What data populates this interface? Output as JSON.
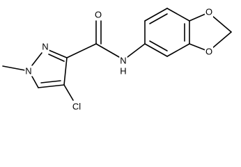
{
  "molecule": {
    "atoms": {
      "o_carbonyl": "O",
      "n_ring": "N",
      "n_methyl": "N",
      "methyl": "",
      "nh": "N",
      "h": "H",
      "cl": "Cl",
      "o_upper": "O",
      "o_lower": "O"
    }
  },
  "colors": {
    "bond": "#000000",
    "text": "#000000",
    "background": "#ffffff"
  }
}
